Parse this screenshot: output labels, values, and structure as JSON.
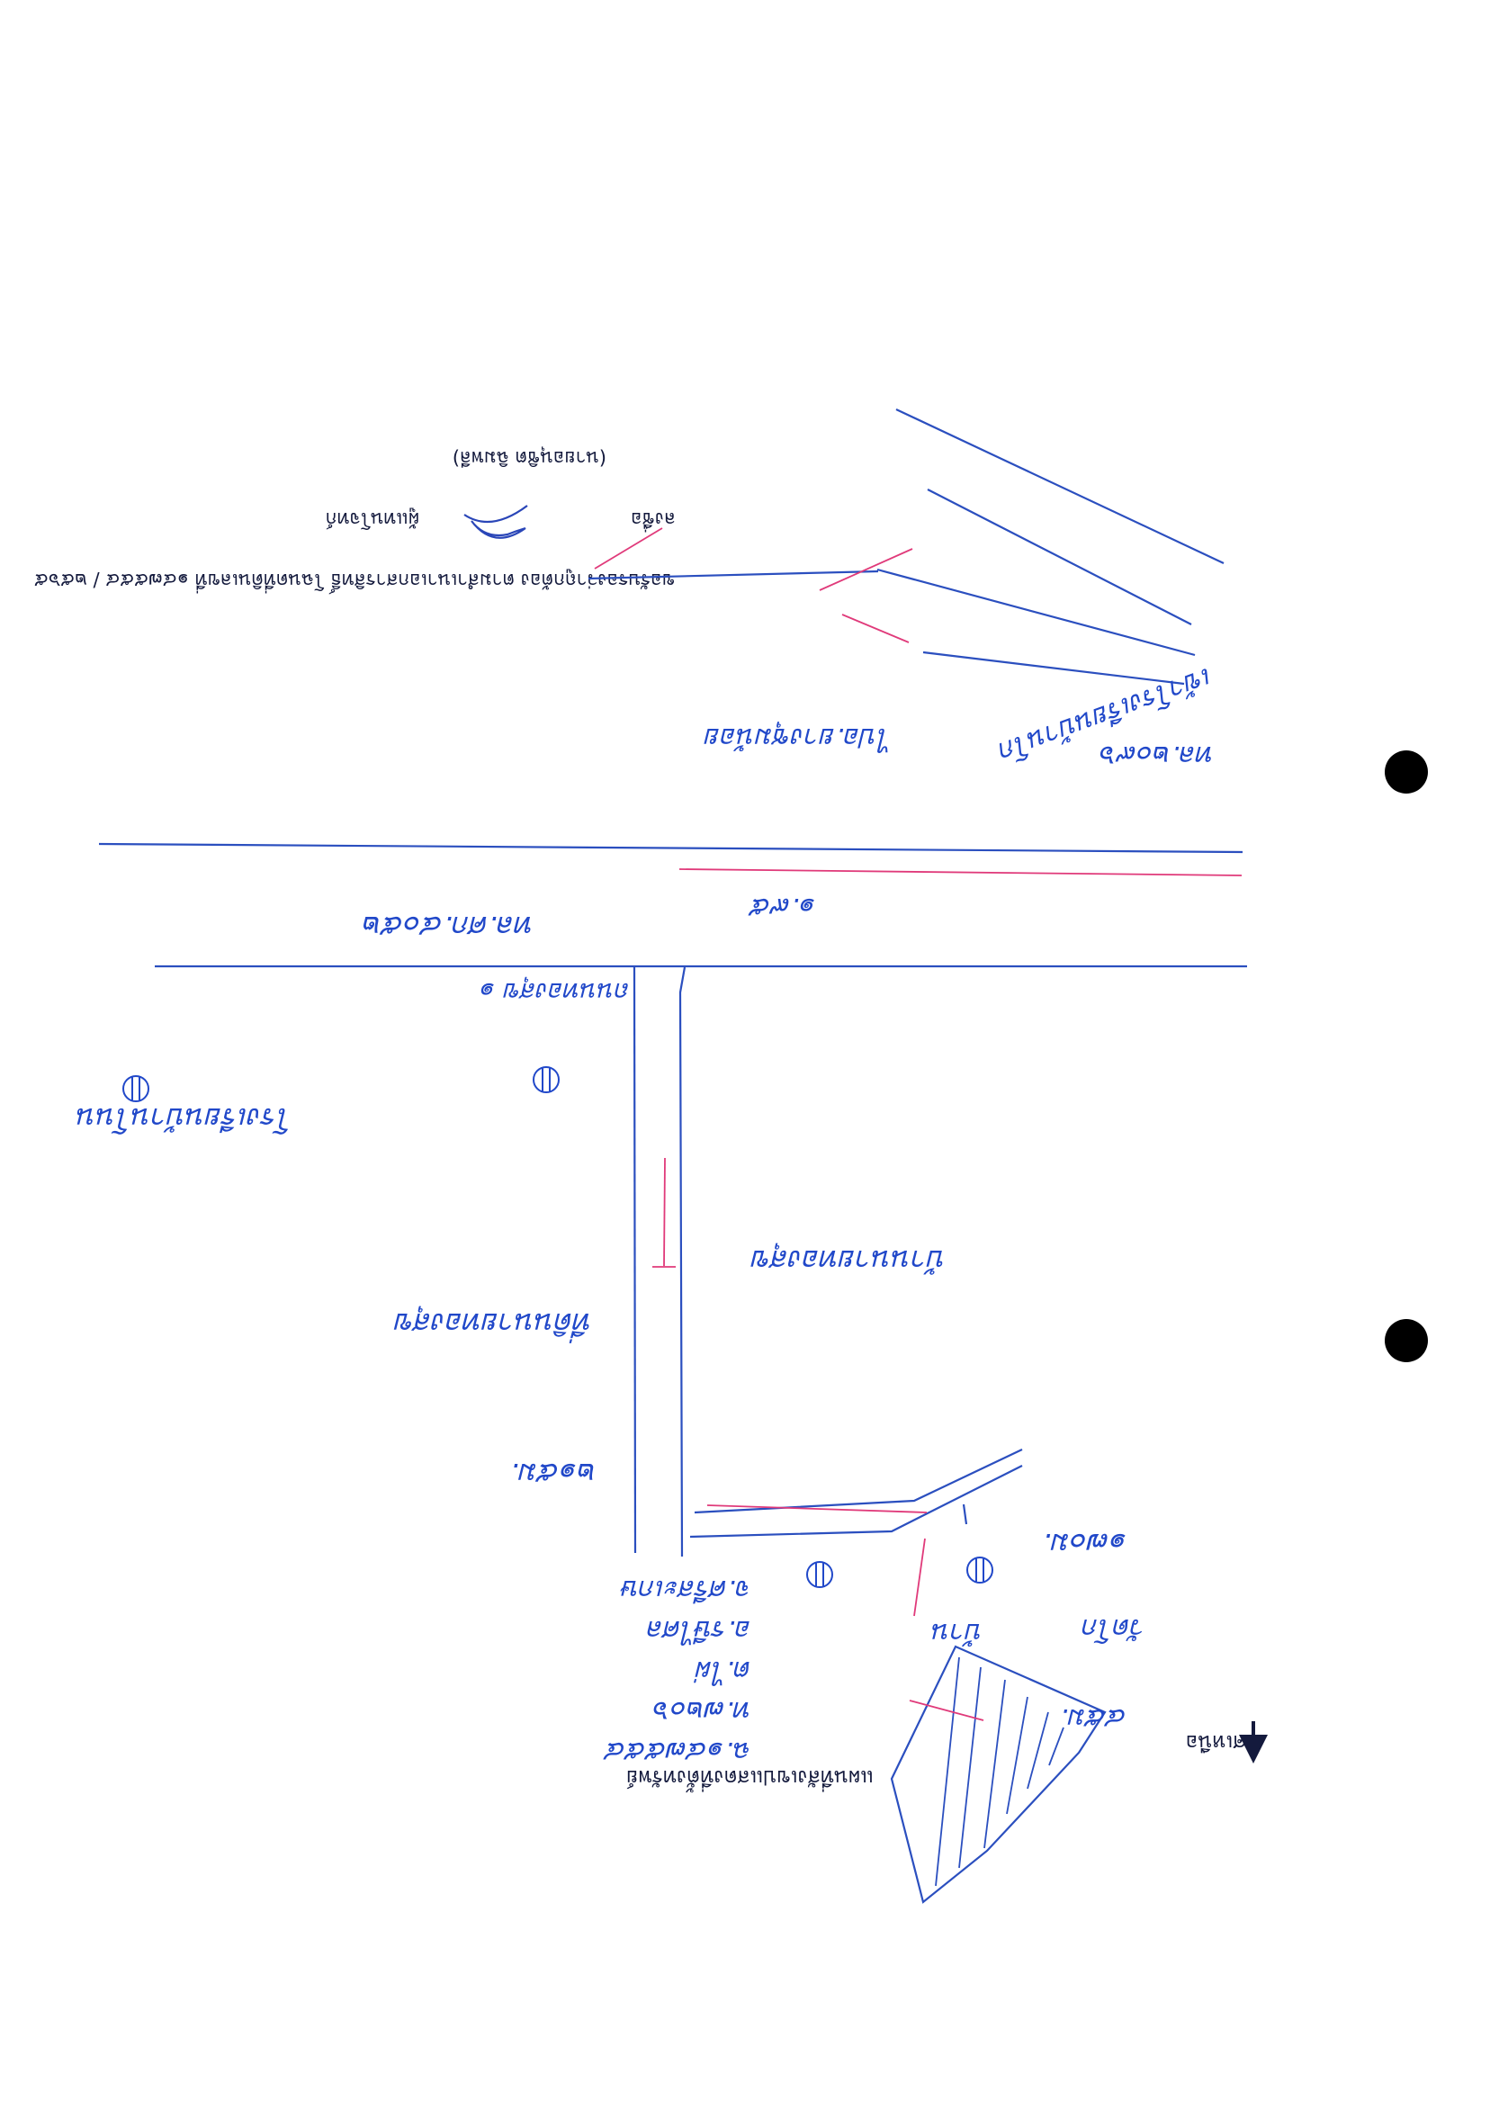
{
  "sheet": {
    "accent_ink": "#2148c9",
    "arrow_ink": "#e03a7a",
    "text_ink": "#141a3d"
  },
  "header": {
    "certify_line": "ขอรับรองว่าถูกต้อง ตามสำเนาเอกสารสิทธิ์ โฉนดที่ดินเลขที่ ๑๔๗๕๕๔ / ๒๕๖๕",
    "signature_label": "ลงชื่อ",
    "signer_role": "ผู้แทนโจทก์",
    "signer_name": "(นายอนุชิต ฉิมพลี)"
  },
  "labels": {
    "road_top": "ทล.๒๐๙๖",
    "to_town": "ไปอ.ยางชุมน้อย",
    "to_highway": "เข้าโรงเรียนบ้านโก",
    "main_road": "ทล.ศก.๔๐๕๒",
    "distance_main": "๑.๙๕",
    "village_road": "ถนนทองสุข ๑",
    "school": "โรงเรียนบ้านโนน",
    "left_plot": "ที่ดินนายทองสุข",
    "right_plot": "บ้านนายทองสุข",
    "distance_215": "๒๑๕ม.",
    "distance_170": "๑๗๐ม.",
    "house": "บ้าน",
    "temple": "วัดโก",
    "distance_45": "๔๕ม.",
    "north": "ทิศเหนือ",
    "map_title": "แผนที่สังเขปแสดงที่ตั้งทรัพย์",
    "deed_no": "ฉ.๑๔๗๕๕๔",
    "lot_no": "ท.๗๒๐๖",
    "village": "ต.ไผ่",
    "district": "อ.รษีไศล",
    "province": "จ.ศรีสะเกษ"
  },
  "icons": {
    "north_arrow": "north-arrow-icon",
    "ruler": "survey-marker-icon",
    "punch_hole": "binder-hole-icon"
  }
}
